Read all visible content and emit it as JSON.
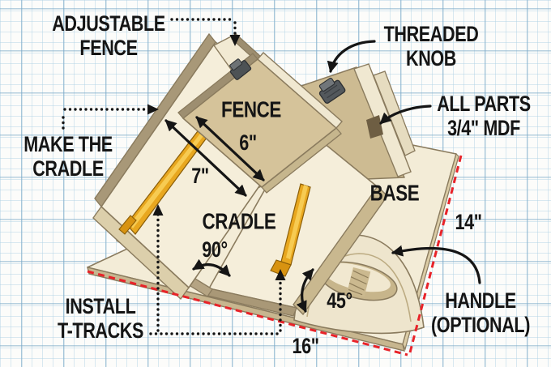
{
  "callouts": {
    "adjustable_fence": {
      "line1": "ADJUSTABLE",
      "line2": "FENCE"
    },
    "threaded_knob": {
      "line1": "THREADED",
      "line2": "KNOB"
    },
    "all_parts": {
      "line1": "ALL PARTS",
      "line2": "3/4\" MDF"
    },
    "make_the_cradle": {
      "line1": "MAKE THE",
      "line2": "CRADLE"
    },
    "install_t_tracks": {
      "line1": "INSTALL",
      "line2": "T-TRACKS"
    },
    "handle": {
      "line1": "HANDLE",
      "line2": "(OPTIONAL)"
    }
  },
  "part_labels": {
    "fence": "FENCE",
    "cradle": "CRADLE",
    "base": "BASE"
  },
  "dimensions": {
    "fence_width": "6\"",
    "cradle_width": "7\"",
    "base_side": "14\"",
    "base_front": "16\"",
    "cradle_angle": "90°",
    "base_angle": "45°"
  },
  "colors": {
    "mdf_light_face": "#f5eeda",
    "mdf_tan_face": "#d5c39a",
    "mdf_edge_brown": "#a89878",
    "t_track_gold": "#e8a71f",
    "t_track_highlight": "#f7cb52",
    "knob_gray": "#53585c",
    "dashed_outline_red": "#e82329",
    "annotation_black": "#151515",
    "grid_blue": "#7daac8"
  }
}
